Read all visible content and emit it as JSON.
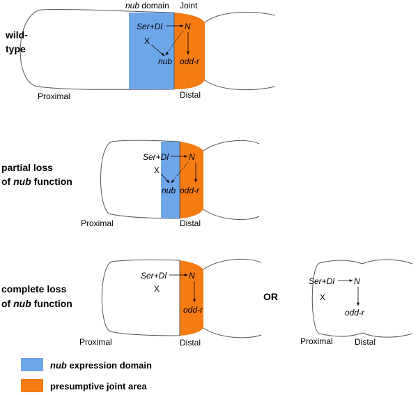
{
  "colors": {
    "nub_domain": "#6ea6ea",
    "joint_area": "#f57b12",
    "outline": "#555555"
  },
  "panel_wildtype": {
    "label_line1": "wild-",
    "label_line2": "type",
    "nub_domain_italic": "nub",
    "nub_domain_rest": " domain",
    "joint": "Joint",
    "ser_dl": "Ser+Dl",
    "n": "N",
    "x": "X",
    "nub": "nub",
    "odd_r": "odd-r",
    "proximal": "Proximal",
    "distal": "Distal"
  },
  "panel_partial": {
    "label_line1": "partial loss",
    "label_line2_prefix": "of ",
    "label_line2_italic": "nub",
    "label_line2_suffix": " function",
    "ser_dl": "Ser+Dl",
    "n": "N",
    "x": "X",
    "nub": "nub",
    "odd_r": "odd-r",
    "proximal": "Proximal",
    "distal": "Distal"
  },
  "panel_complete": {
    "label_line1": "complete loss",
    "label_line2_prefix": "of ",
    "label_line2_italic": "nub",
    "label_line2_suffix": " function",
    "ser_dl": "Ser+Dl",
    "n": "N",
    "x": "X",
    "odd_r": "odd-r",
    "proximal": "Proximal",
    "distal": "Distal"
  },
  "or_label": "OR",
  "panel_alt": {
    "ser_dl": "Ser+Dl",
    "n": "N",
    "x": "X",
    "odd_r": "odd-r",
    "proximal": "Proximal",
    "distal": "Distal"
  },
  "legend": {
    "nub_italic": "nub",
    "nub_rest": " expression domain",
    "joint": "presumptive joint area"
  }
}
